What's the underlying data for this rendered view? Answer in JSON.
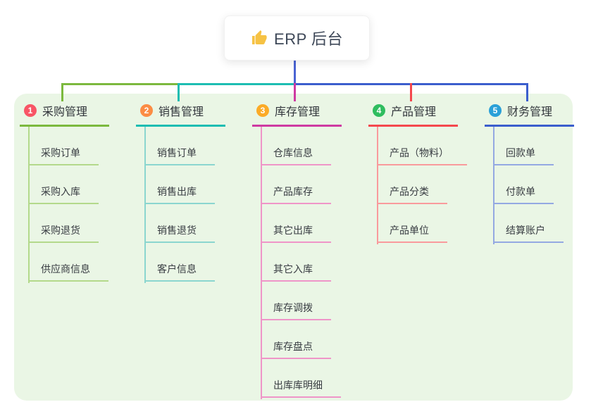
{
  "root": {
    "label": "ERP 后台",
    "icon": "thumbs-up-icon"
  },
  "colors": {
    "panel_bg": "#eaf6e5",
    "root_line": "#4a63d3",
    "icon_fill": "#f6c244"
  },
  "branches": [
    {
      "badge": "1",
      "label": "采购管理",
      "badge_color": "#f85566",
      "line_color": "#7cb93e",
      "child_line_color": "#b3d98b",
      "children": [
        "采购订单",
        "采购入库",
        "采购退货",
        "供应商信息"
      ]
    },
    {
      "badge": "2",
      "label": "销售管理",
      "badge_color": "#fb8c44",
      "line_color": "#1dbdb2",
      "child_line_color": "#8bd6cf",
      "children": [
        "销售订单",
        "销售出库",
        "销售退货",
        "客户信息"
      ]
    },
    {
      "badge": "3",
      "label": "库存管理",
      "badge_color": "#fbab27",
      "line_color": "#ce3aa2",
      "child_line_color": "#ef95c8",
      "children": [
        "仓库信息",
        "产品库存",
        "其它出库",
        "其它入库",
        "库存调拨",
        "库存盘点",
        "出库库明细"
      ]
    },
    {
      "badge": "4",
      "label": "产品管理",
      "badge_color": "#2fbd5f",
      "line_color": "#f4484d",
      "child_line_color": "#f99a9c",
      "children": [
        "产品（物料）",
        "产品分类",
        "产品单位"
      ]
    },
    {
      "badge": "5",
      "label": "财务管理",
      "badge_color": "#2aa0d8",
      "line_color": "#3b5ecd",
      "child_line_color": "#94a9e2",
      "children": [
        "回款单",
        "付款单",
        "结算账户"
      ]
    }
  ]
}
